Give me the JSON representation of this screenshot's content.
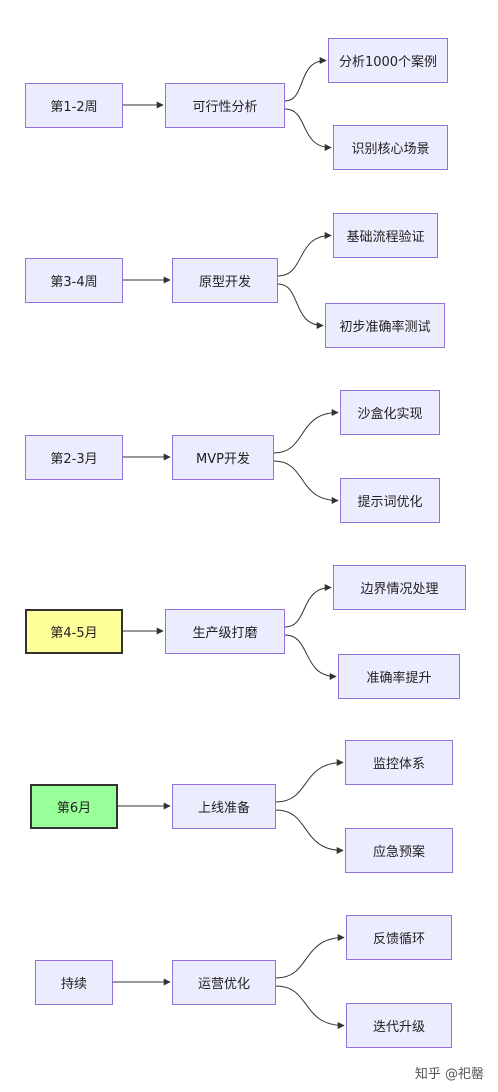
{
  "rows": [
    {
      "time": "第1-2周",
      "phase": "可行性分析",
      "tasks": [
        "分析1000个案例",
        "识别核心场景"
      ]
    },
    {
      "time": "第3-4周",
      "phase": "原型开发",
      "tasks": [
        "基础流程验证",
        "初步准确率测试"
      ]
    },
    {
      "time": "第2-3月",
      "phase": "MVP开发",
      "tasks": [
        "沙盒化实现",
        "提示词优化"
      ]
    },
    {
      "time": "第4-5月",
      "phase": "生产级打磨",
      "tasks": [
        "边界情况处理",
        "准确率提升"
      ],
      "highlight": "yellow"
    },
    {
      "time": "第6月",
      "phase": "上线准备",
      "tasks": [
        "监控体系",
        "应急预案"
      ],
      "highlight": "green"
    },
    {
      "time": "持续",
      "phase": "运营优化",
      "tasks": [
        "反馈循环",
        "迭代升级"
      ]
    }
  ],
  "colors": {
    "node_fill": "#ECECFF",
    "node_border": "#9370DB",
    "edge": "#333333",
    "highlight_yellow": "#FFFF99",
    "highlight_green": "#99FF99"
  },
  "watermark": {
    "text": "知乎 @祀罄"
  }
}
